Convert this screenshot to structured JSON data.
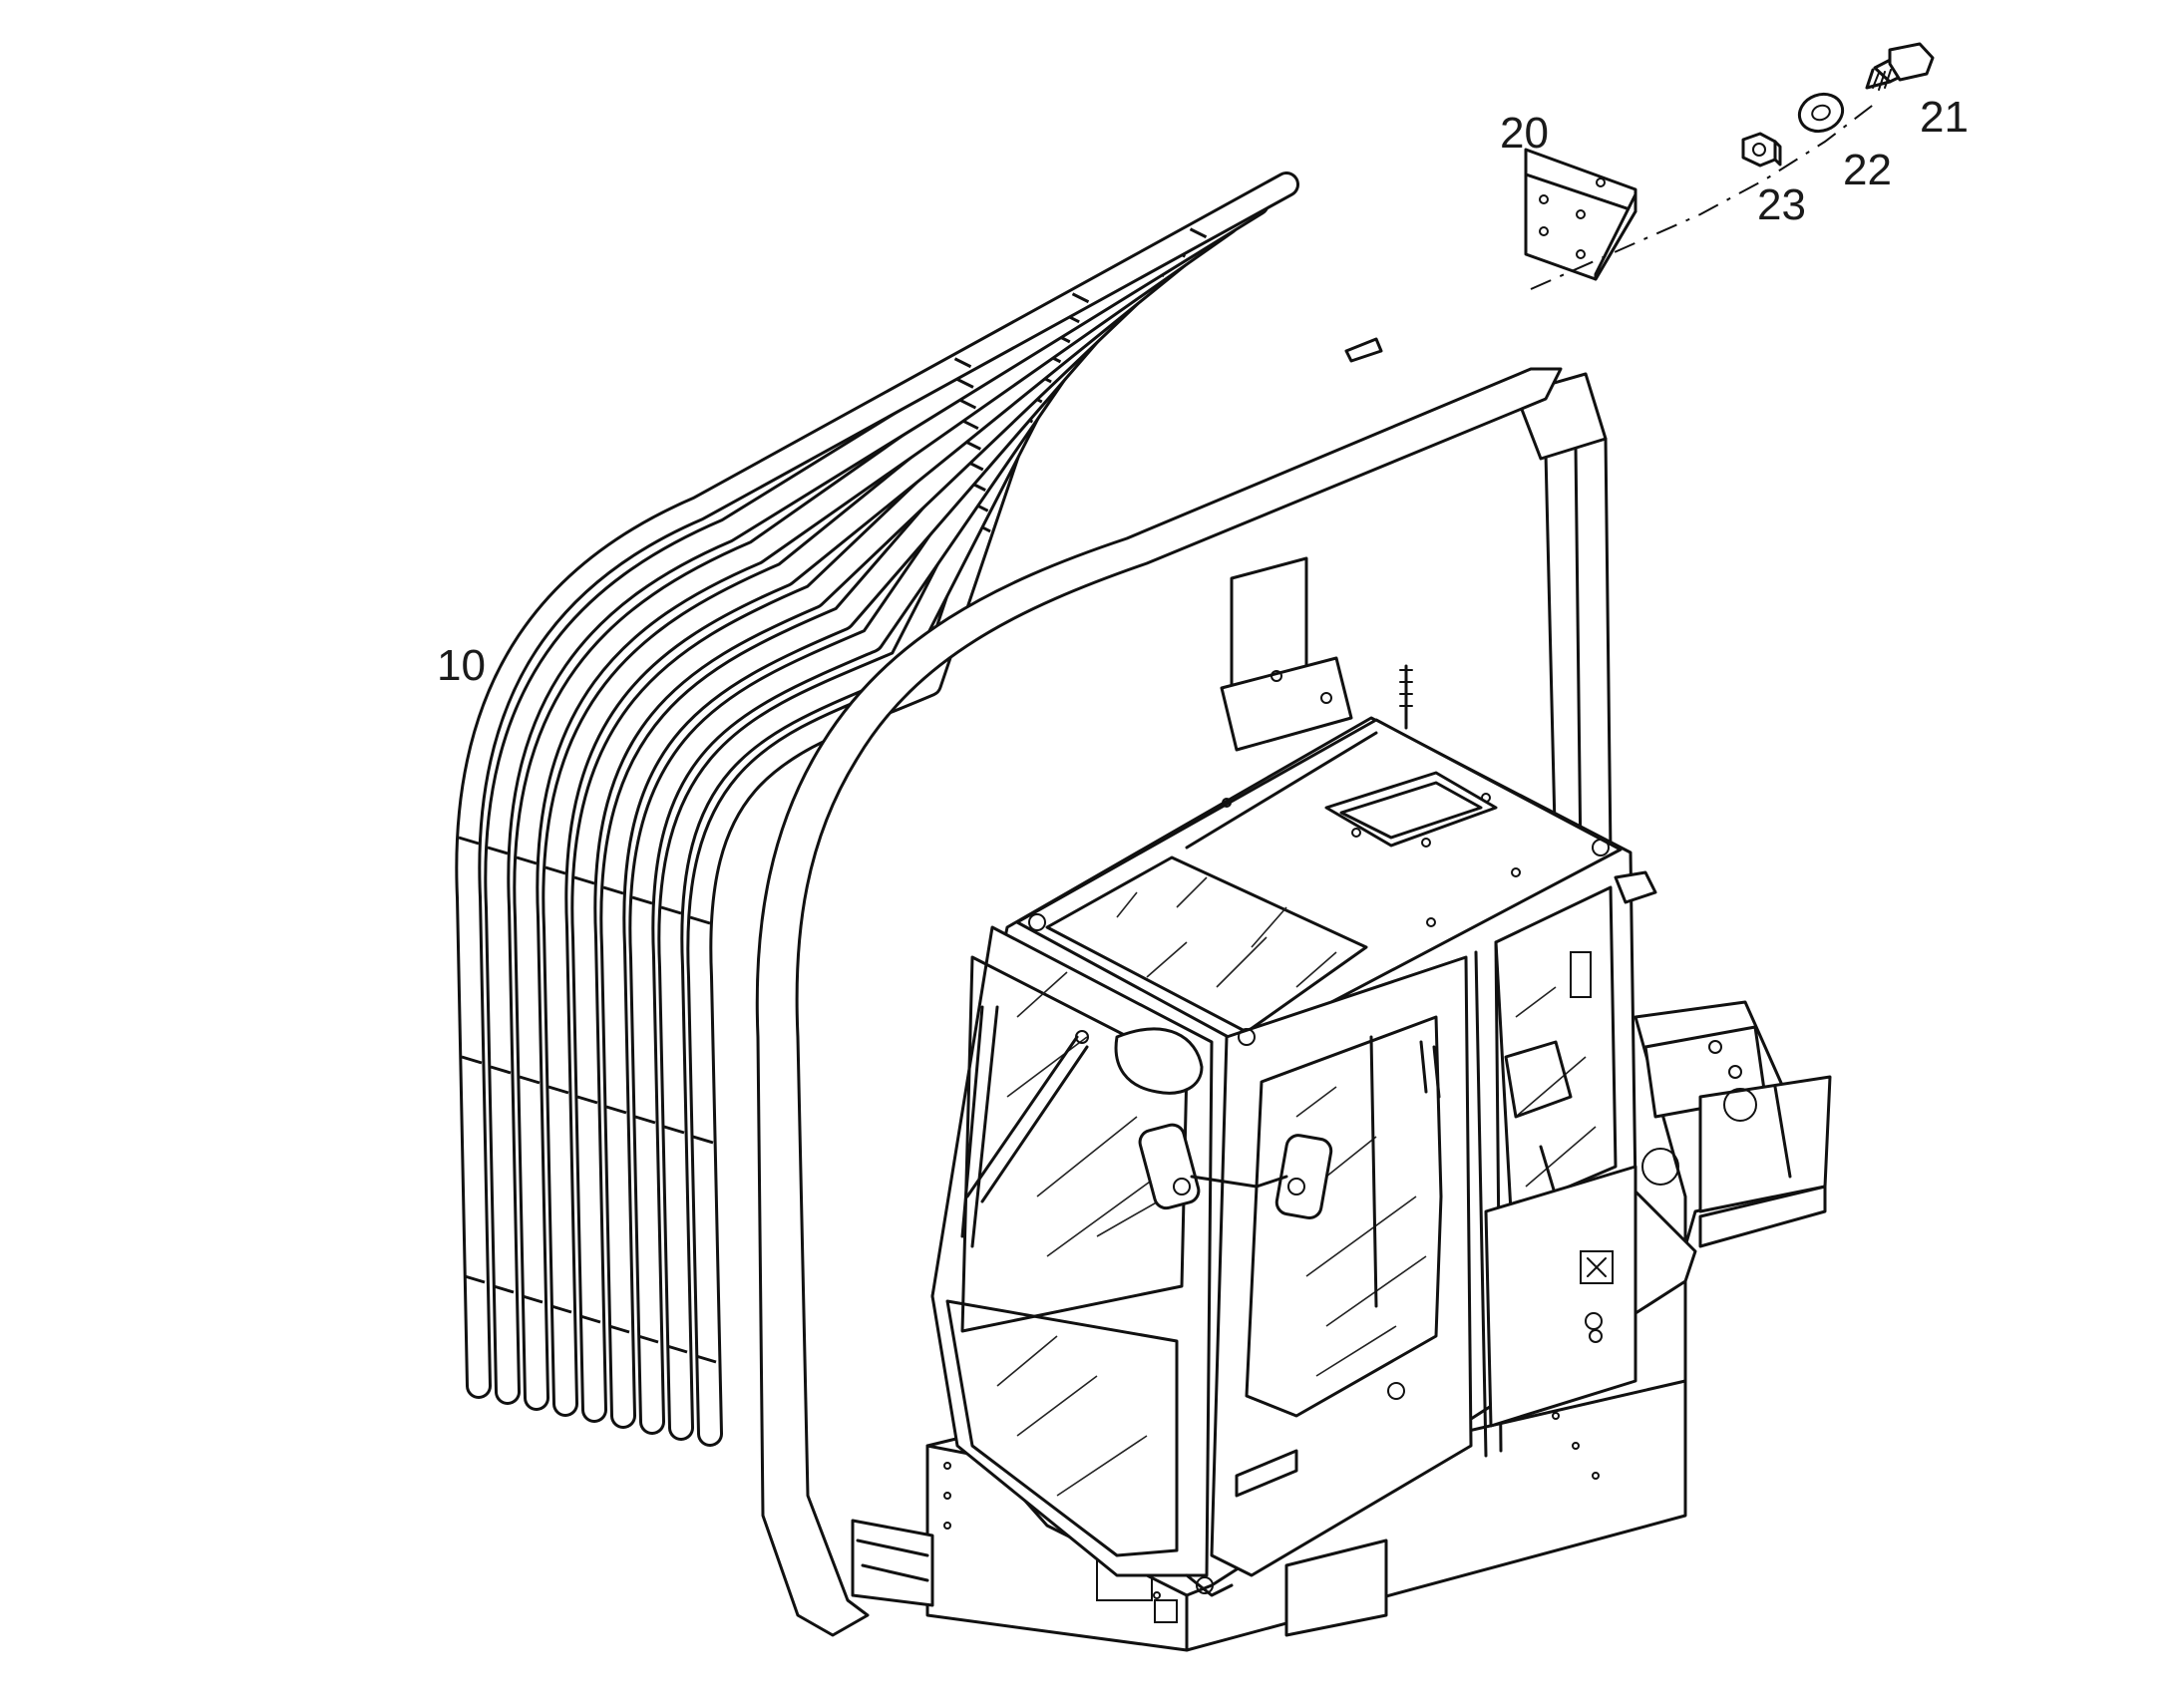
{
  "callouts": [
    {
      "id": "10",
      "text": "10"
    },
    {
      "id": "20",
      "text": "20"
    },
    {
      "id": "21",
      "text": "21"
    },
    {
      "id": "22",
      "text": "22"
    },
    {
      "id": "23",
      "text": "23"
    }
  ]
}
